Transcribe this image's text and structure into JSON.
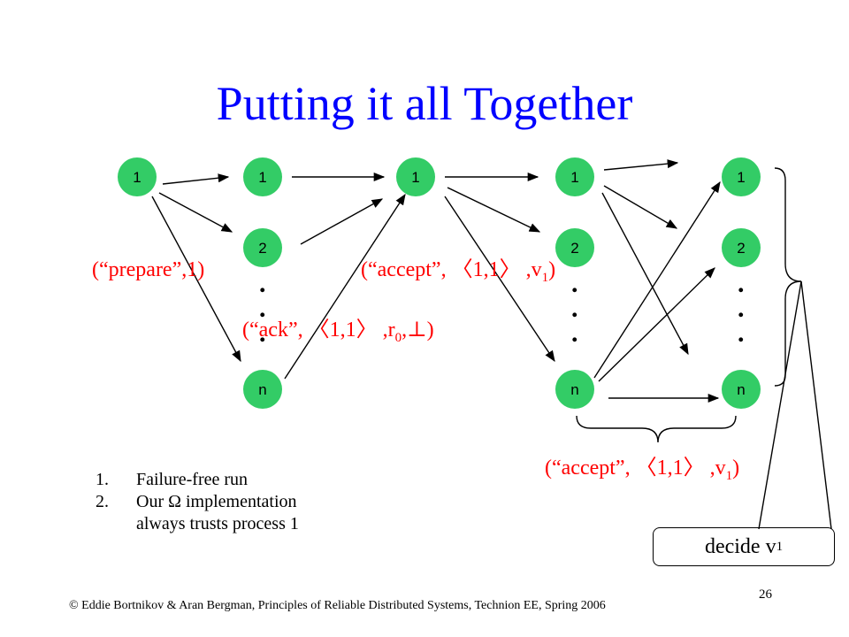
{
  "title": "Putting it all Together",
  "node_color": "#33cc66",
  "accent_color": "#0000ff",
  "message_color": "#ff0000",
  "nodes": {
    "one": "1",
    "two": "2",
    "n": "n"
  },
  "messages": {
    "prepare": "(“prepare”,1)",
    "ack_main": "(“ack”, 〈1,1〉 ,r",
    "ack_sub": "0",
    "ack_tail": ",⊥)",
    "accept_main": "(“accept”, 〈1,1〉 ,v",
    "accept_sub": "1",
    "accept_tail": ")"
  },
  "dots_glyph": ".",
  "notes": [
    {
      "num": "1.",
      "text": "Failure-free run"
    },
    {
      "num": "2.",
      "text": "Our Ω implementation"
    },
    {
      "num": "",
      "text": "always trusts process 1"
    }
  ],
  "decide": {
    "label": "decide v",
    "sub": "1"
  },
  "footer": "© Eddie Bortnikov & Aran Bergman, Principles of Reliable Distributed Systems, Technion EE, Spring 2006",
  "page_number": "26"
}
